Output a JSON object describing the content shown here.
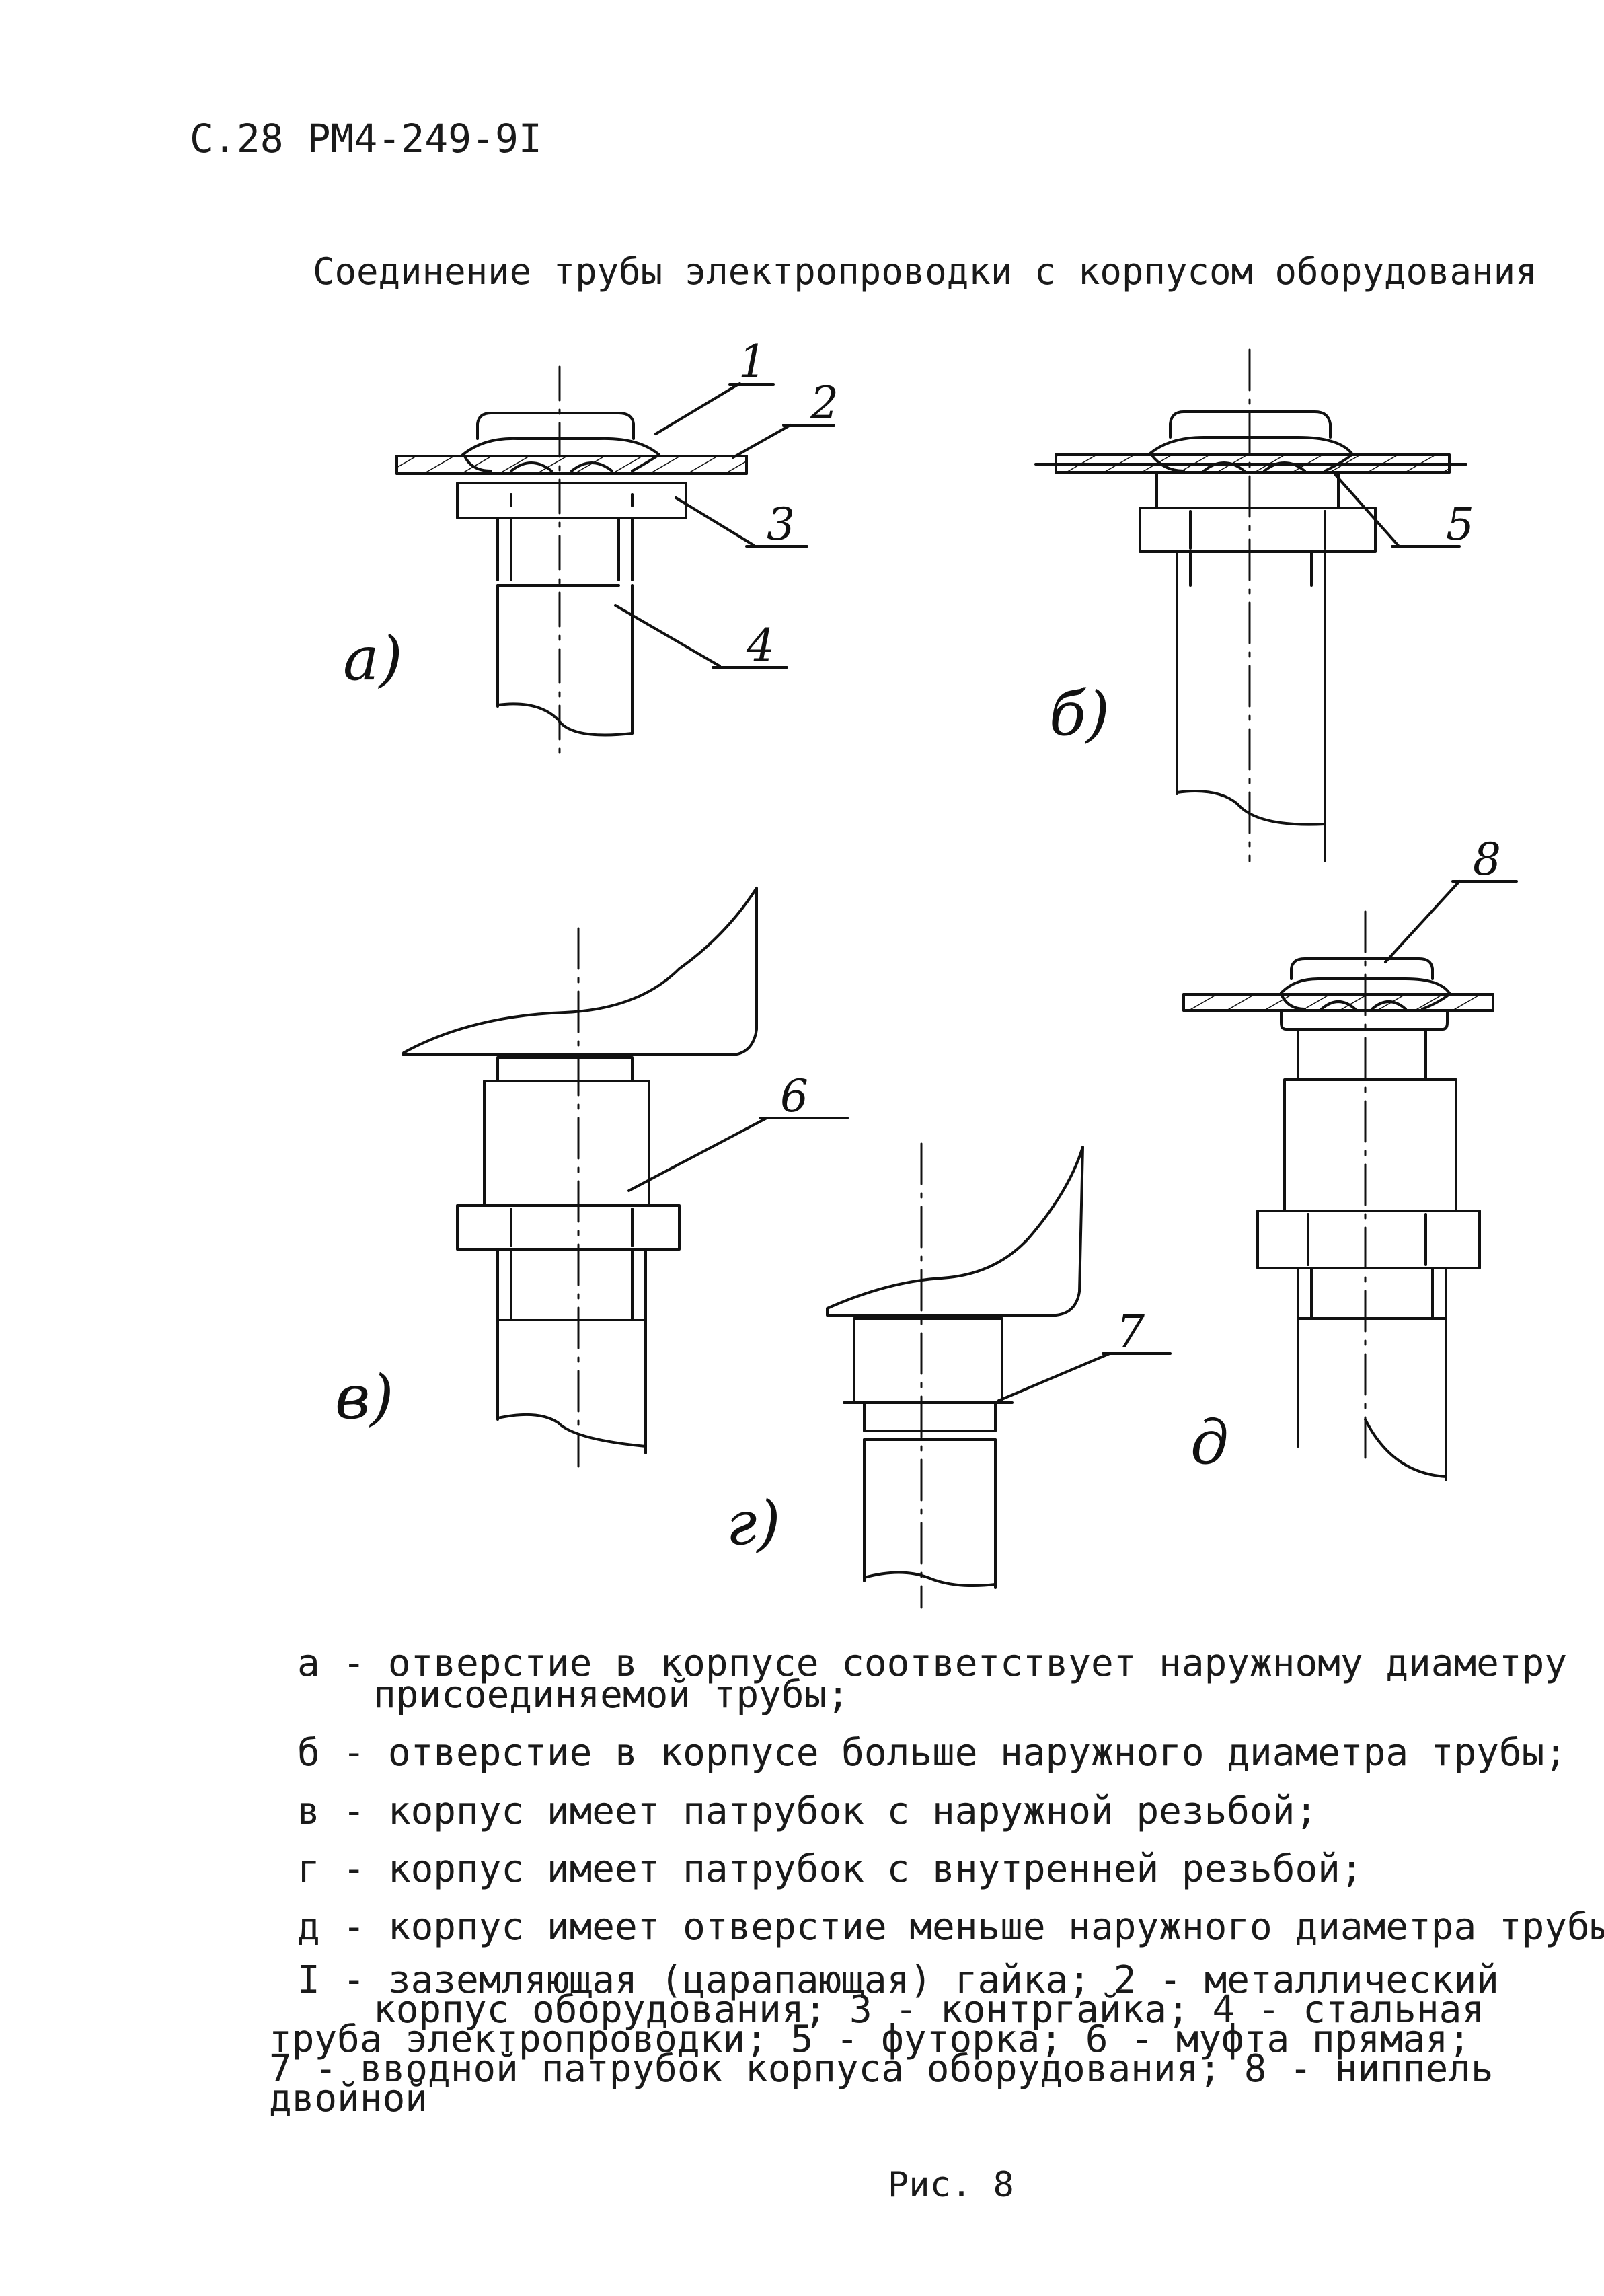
{
  "document": {
    "header": "С.28 РМ4-249-9I",
    "title": "Соединение трубы электропроводки с корпусом оборудования"
  },
  "diagram": {
    "part_numbers": [
      "1",
      "2",
      "3",
      "4",
      "5",
      "6",
      "7",
      "8"
    ],
    "variant_labels": {
      "a": "а)",
      "b": "б)",
      "v": "в)",
      "g": "г)",
      "d": "д"
    }
  },
  "captions": [
    "а - отверстие в корпусе соответствует наружному диаметру",
    "присоединяемой трубы;",
    "б - отверстие в корпусе больше наружного диаметра трубы;",
    "в - корпус имеет патрубок с наружной резьбой;",
    "г - корпус имеет патрубок с внутренней резьбой;",
    "д - корпус имеет отверстие меньше наружного диаметра трубы."
  ],
  "legend_lines": [
    "I - заземляющая (царапающая) гайка; 2 - металлический",
    "корпус оборудования; 3 - контргайка; 4 - стальная",
    "труба электропроводки; 5 - футорка; 6 - муфта прямая;",
    "7 - вводной патрубок корпуса оборудования; 8 - ниппель",
    "двойной"
  ],
  "figure_label": "Рис. 8"
}
